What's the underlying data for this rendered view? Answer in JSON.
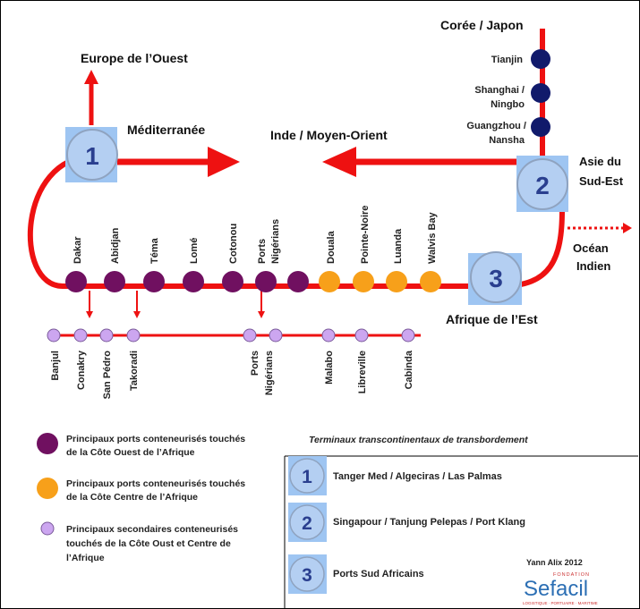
{
  "regions": {
    "europe": "Europe de l’Ouest",
    "mediterranee": "Méditerranée",
    "inde": "Inde / Moyen-Orient",
    "coree": "Corée / Japon",
    "asie_line1": "Asie du",
    "asie_line2": "Sud-Est",
    "ocean_line1": "Océan",
    "ocean_line2": "Indien",
    "afrique_est": "Afrique de l’Est"
  },
  "hubs": {
    "h1": "1",
    "h2": "2",
    "h3": "3"
  },
  "asian_ports": [
    {
      "line1": "Tianjin",
      "line2": ""
    },
    {
      "line1": "Shanghai /",
      "line2": "Ningbo"
    },
    {
      "line1": "Guangzhou /",
      "line2": "Nansha"
    }
  ],
  "main_ports": [
    {
      "line1": "Dakar",
      "line2": "",
      "type": "west"
    },
    {
      "line1": "Abidjan",
      "line2": "",
      "type": "west"
    },
    {
      "line1": "Téma",
      "line2": "",
      "type": "west"
    },
    {
      "line1": "Lomé",
      "line2": "",
      "type": "west"
    },
    {
      "line1": "Cotonou",
      "line2": "",
      "type": "west"
    },
    {
      "line1": "Ports",
      "line2": "Nigérians",
      "type": "west"
    },
    {
      "line1": "Douala",
      "line2": "",
      "type": "centre"
    },
    {
      "line1": "Pointe-Noire",
      "line2": "",
      "type": "centre"
    },
    {
      "line1": "Luanda",
      "line2": "",
      "type": "centre"
    },
    {
      "line1": "Walvis Bay",
      "line2": "",
      "type": "centre"
    }
  ],
  "secondary_ports": [
    {
      "line1": "Banjul",
      "line2": ""
    },
    {
      "line1": "Conakry",
      "line2": ""
    },
    {
      "line1": "San Pédro",
      "line2": ""
    },
    {
      "line1": "Takoradi",
      "line2": ""
    },
    {
      "line1": "Ports",
      "line2": "Nigérians"
    },
    {
      "line1": "Malabo",
      "line2": ""
    },
    {
      "line1": "Libreville",
      "line2": ""
    },
    {
      "line1": "Cabinda",
      "line2": ""
    }
  ],
  "legend": {
    "west_l1": "Principaux ports conteneurisés touchés",
    "west_l2": "de la Côte Ouest de l’Afrique",
    "centre_l1": "Principaux ports conteneurisés touchés",
    "centre_l2": "de la Côte Centre de l’Afrique",
    "sec_l1": "Principaux secondaires conteneurisés",
    "sec_l2": "touchés de la Côte Oust et Centre de",
    "sec_l3": "l’Afrique"
  },
  "terminals": {
    "title": "Terminaux transcontinentaux de transbordement",
    "t1": "Tanger Med / Algeciras / Las Palmas",
    "t2": "Singapour / Tanjung Pelepas / Port Klang",
    "t3": "Ports Sud Africains"
  },
  "credit": "Yann Alix 2012",
  "logo": {
    "small": "FONDATION",
    "main": "Sefacil",
    "sub": "LOGISTIQUE · PORTUAIRE · MARITIME"
  },
  "colors": {
    "route": "#ee1111",
    "west_port": "#701060",
    "centre_port": "#f7a01a",
    "secondary_port": "#cca6f0",
    "asia_port": "#111a6b",
    "hub_fill": "#b4cff2",
    "hub_square": "#9ec5f2",
    "hub_text": "#2a3f8f"
  }
}
